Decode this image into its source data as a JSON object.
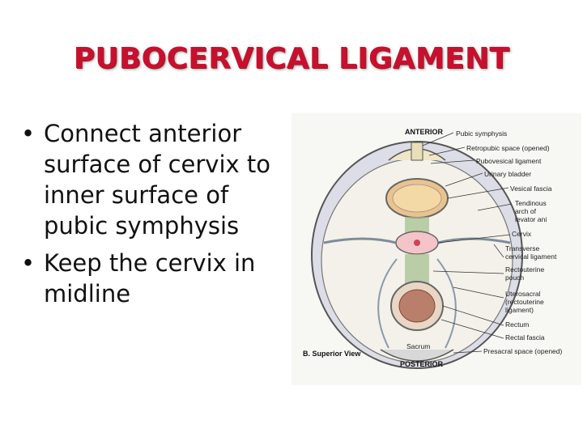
{
  "slide": {
    "title": "PUBOCERVICAL LIGAMENT",
    "bullets": [
      "Connect anterior surface of  cervix to inner surface of pubic symphysis",
      "Keep the cervix in midline"
    ]
  },
  "figure": {
    "top_label": "ANTERIOR",
    "bottom_label": "POSTERIOR",
    "view_label": "B. Superior View",
    "center_label": "Sacrum",
    "labels": [
      "Pubic symphysis",
      "Retropubic space (opened)",
      "Pubovesical ligament",
      "Urinary bladder",
      "Vesical fascia",
      "Tendinous",
      "arch of",
      "levator ani",
      "Cervix",
      "Transverse",
      "cervical ligament",
      "Rectouterine",
      "pouch",
      "Uterosacral",
      "(rectouterine",
      "ligament)",
      "Rectum",
      "Rectal fascia",
      "Presacral space (opened)"
    ]
  }
}
